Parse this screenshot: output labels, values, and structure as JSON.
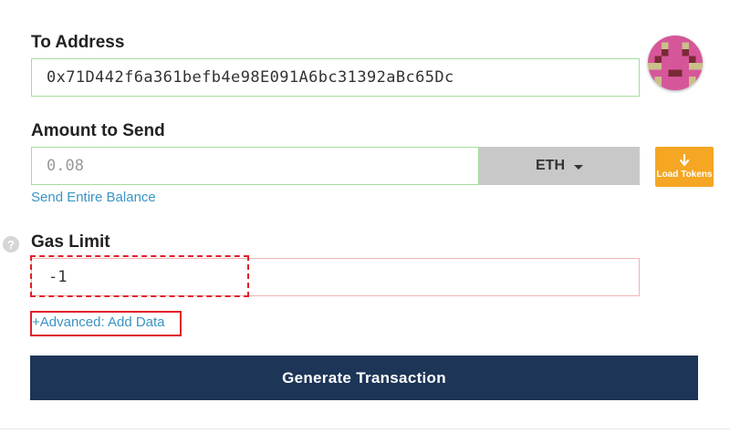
{
  "to_address": {
    "label": "To Address",
    "value": "0x71D442f6a361befb4e98E091A6bc31392aBc65Dc"
  },
  "amount": {
    "label": "Amount to Send",
    "value": "0.08",
    "currency": "ETH",
    "send_entire_label": "Send Entire Balance"
  },
  "load_tokens": {
    "label": "Load Tokens",
    "icon": "arrow-down-icon"
  },
  "gas": {
    "label": "Gas Limit",
    "value": "-1",
    "help_glyph": "?"
  },
  "advanced": {
    "label": "+Advanced: Add Data"
  },
  "generate": {
    "label": "Generate Transaction"
  },
  "colors": {
    "primary_button": "#1d3557",
    "link": "#3a94c4",
    "load_tokens": "#f5a623",
    "valid_border": "#a7dca0",
    "invalid_border": "#f0b4b4",
    "highlight": "#e0202a"
  }
}
